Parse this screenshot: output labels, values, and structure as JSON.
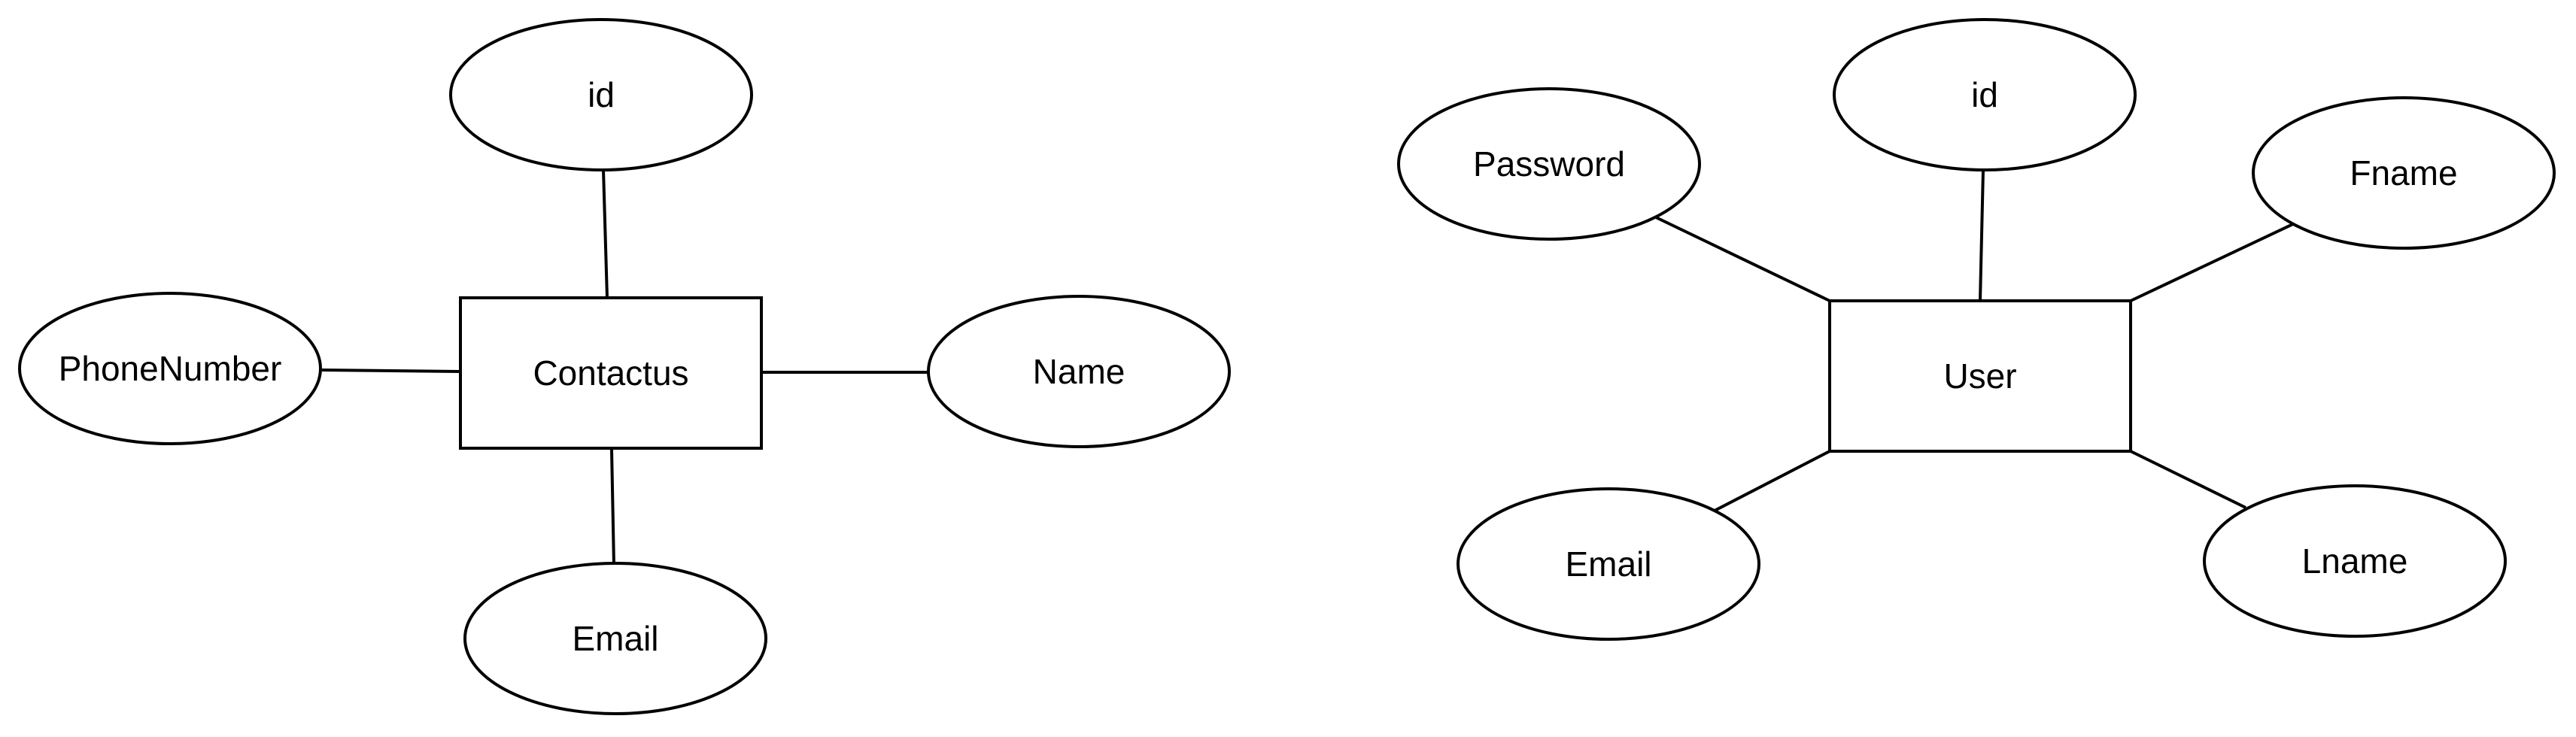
{
  "entities": {
    "contactus": {
      "name": "Contactus",
      "attributes": {
        "id": "id",
        "phone_number": "PhoneNumber",
        "name": "Name",
        "email": "Email"
      }
    },
    "user": {
      "name": "User",
      "attributes": {
        "id": "id",
        "password": "Password",
        "fname": "Fname",
        "email": "Email",
        "lname": "Lname"
      }
    }
  }
}
